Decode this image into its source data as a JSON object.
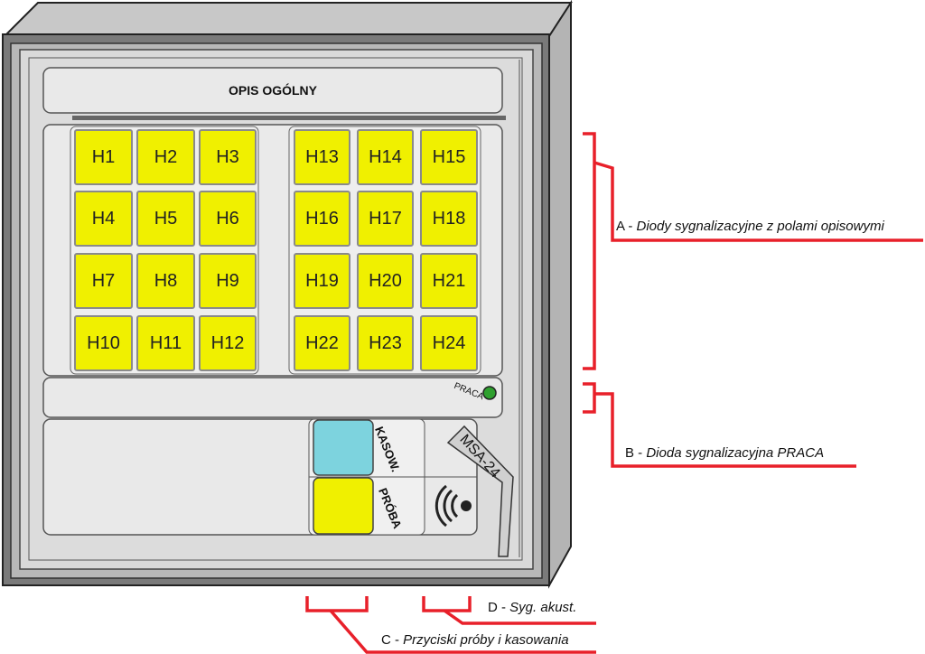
{
  "panel": {
    "title": "OPIS OGÓLNY",
    "model": "MSA-24",
    "praca_label": "PRACA",
    "kasow_label": "KASOW.",
    "proba_label": "PRÓBA"
  },
  "indicators_left": [
    "H1",
    "H2",
    "H3",
    "H4",
    "H5",
    "H6",
    "H7",
    "H8",
    "H9",
    "H10",
    "H11",
    "H12"
  ],
  "indicators_right": [
    "H13",
    "H14",
    "H15",
    "H16",
    "H17",
    "H18",
    "H19",
    "H20",
    "H21",
    "H22",
    "H23",
    "H24"
  ],
  "callouts": {
    "a": {
      "letter": "A -",
      "text": "Diody sygnalizacyjne z polami opisowymi"
    },
    "b": {
      "letter": "B -",
      "text": "Dioda sygnalizacyjna PRACA"
    },
    "c": {
      "letter": "C -",
      "text": "Przyciski próby i kasowania"
    },
    "d": {
      "letter": "D -",
      "text": "Syg. akust."
    }
  },
  "colors": {
    "indicator": "#f0f000",
    "reset_button": "#7dd3de",
    "test_button": "#f0f000",
    "praca_led": "#2fa02f",
    "callout_lines": "#e8202a"
  }
}
